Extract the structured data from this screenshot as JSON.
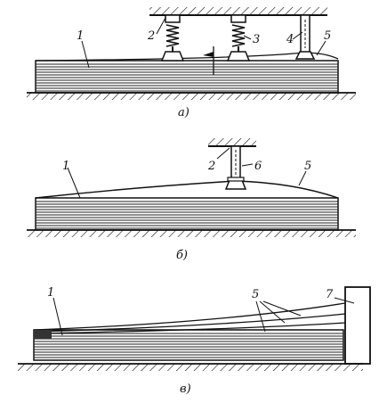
{
  "panels": [
    {
      "id": "a",
      "caption": "а)",
      "labels": [
        "1",
        "2",
        "3",
        "4",
        "5"
      ]
    },
    {
      "id": "b",
      "caption": "б)",
      "labels": [
        "1",
        "2",
        "6",
        "5"
      ]
    },
    {
      "id": "c",
      "caption": "в)",
      "labels": [
        "1",
        "5",
        "7"
      ]
    }
  ],
  "colors": {
    "ink": "#111111",
    "paper": "#ffffff"
  }
}
